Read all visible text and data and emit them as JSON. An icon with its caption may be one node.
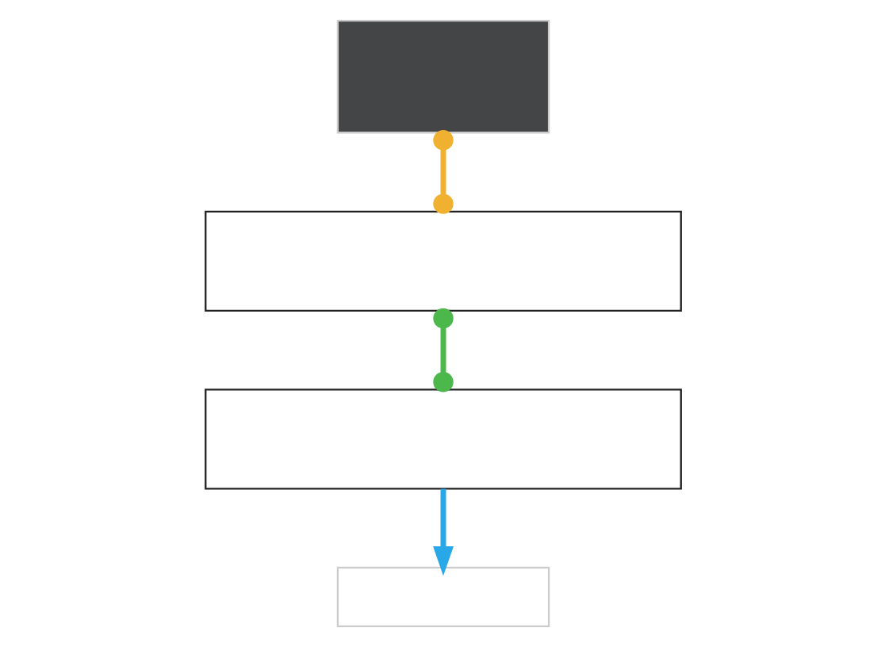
{
  "diagram": {
    "nodes": [
      {
        "text": [],
        "shape": "box"
      },
      {
        "text": [],
        "shape": "box"
      },
      {
        "text": [],
        "shape": "box"
      },
      {
        "text": [],
        "shape": "box"
      }
    ],
    "edges": [
      {
        "from": 0,
        "to": 1,
        "arrow": "other",
        "color": "#f0b030"
      },
      {
        "from": 1,
        "to": 2,
        "arrow": "other",
        "color": "#4cb84c"
      },
      {
        "from": 2,
        "to": 3,
        "arrow": "to",
        "color": "#29a8e8"
      }
    ]
  }
}
